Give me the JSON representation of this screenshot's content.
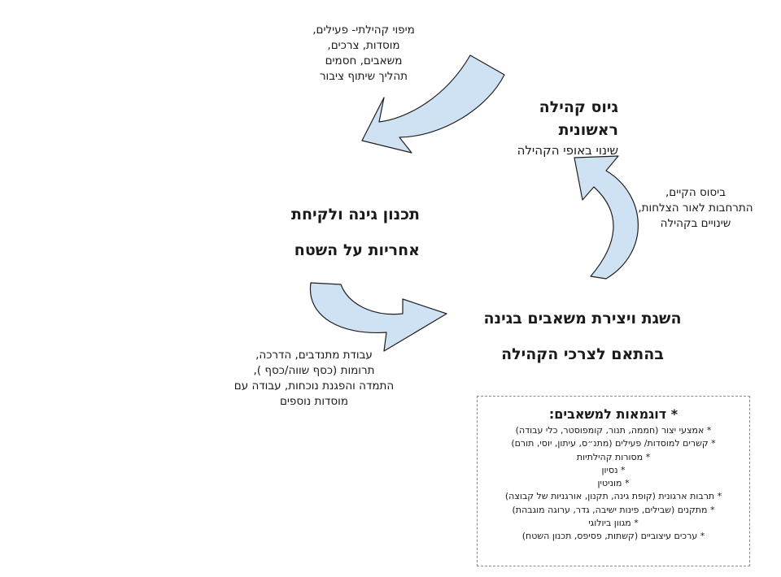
{
  "stages": {
    "recruit": {
      "title_lines": [
        "גיוס קהילה",
        "ראשונית"
      ],
      "subtitle": "שינוי באופי הקהילה"
    },
    "planning": {
      "title_lines": [
        "תכנון גינה ולקיחת",
        "אחריות על השטח"
      ]
    },
    "resources": {
      "title_lines": [
        "השגת ויצירת משאבים בגינה",
        "בהתאם לצרכי הקהילה"
      ]
    }
  },
  "notes": {
    "mapping": [
      "מיפוי קהילתי- פעילים,",
      "מוסדות, צרכים,",
      "משאבים, חסמים",
      "תהליך שיתוף ציבור"
    ],
    "consolidation": [
      "ביסוס הקיים,",
      "התרחבות לאור הצלחות,",
      "שינויים בקהילה"
    ],
    "volunteering": [
      "עבודת מתנדבים, הדרכה,",
      "תרומות (כסף שווה/כסף ),",
      "התמדה והפגנת נוכחות, עבודה עם",
      "מוסדות נוספים"
    ]
  },
  "examples": {
    "title": "* דוגמאות למשאבים:",
    "items": [
      "* אמצעי יצור (חממה, תנור, קומפוסטר, כלי עבודה)",
      "* קשרים למוסדות/ פעילים (מתנ״ס, עיתון, יוסי, תורם)",
      "* מסורות קהילתיות",
      "* נסיון",
      "* מוניטין",
      "* תרבות ארגונית (קופת גינה, תקנון, אורגניות של קבוצה)",
      "* מתקנים (שבילים, פינות ישיבה, גדר, ערוגה מוגבהת)",
      "* מגוון ביולוגי",
      "* ערכים עיצוביים (קשתות, פסיפס, תכנון השטח)"
    ]
  },
  "colors": {
    "arrow_fill": "#cfe2f3",
    "arrow_stroke": "#1f1f1f"
  }
}
